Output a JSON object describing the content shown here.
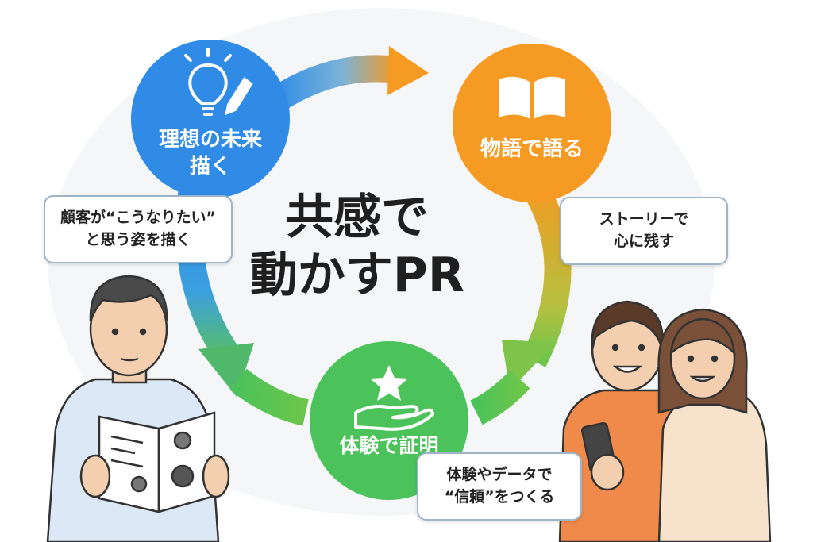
{
  "center": {
    "line1": "共感で",
    "line2": "動かすPR"
  },
  "nodes": {
    "vision": {
      "line1": "理想の未来",
      "line2": "描く",
      "color": "#2f8be6",
      "icon": "lightbulb-pencil-icon"
    },
    "story": {
      "line1": "物語で語る",
      "color": "#f59a23",
      "icon": "open-book-icon"
    },
    "proof": {
      "line1": "体験で証明",
      "color": "#4cc25a",
      "icon": "hand-star-icon"
    }
  },
  "callouts": {
    "customer": {
      "line1": "顧客が“こうなりたい”",
      "line2": "と思う姿を描く"
    },
    "story_heart": {
      "line1": "ストーリーで",
      "line2": "心に残す"
    },
    "trust": {
      "line1": "体験やデータで",
      "line2": "“信頼”をつくる"
    }
  },
  "colors": {
    "blue": "#2f8be6",
    "orange": "#f59a23",
    "green": "#4cc25a"
  }
}
